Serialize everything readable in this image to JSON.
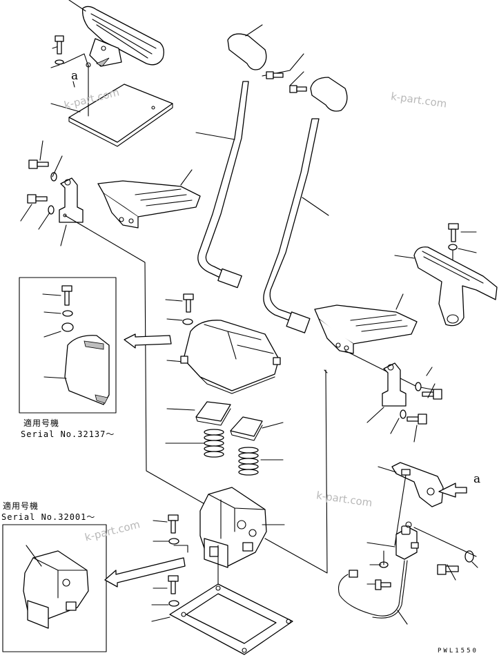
{
  "insets": [
    {
      "label_jp": "適用号機",
      "label_serial": "Serial No.32137～"
    },
    {
      "label_jp": "適用号機",
      "label_serial": "Serial No.32001～"
    }
  ],
  "callouts": {
    "a_top": "a",
    "a_right": "a"
  },
  "watermarks": [
    "k-part.com",
    "k-part.com",
    "k-part.com",
    "k-part.com"
  ],
  "drawing_code": "PWL1550"
}
